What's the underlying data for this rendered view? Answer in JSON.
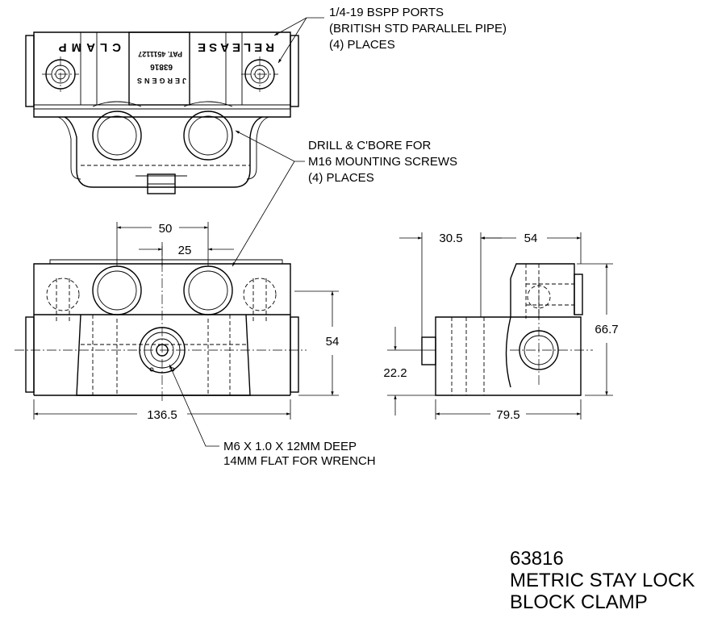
{
  "callouts": {
    "ports": [
      "1/4-19 BSPP PORTS",
      "(BRITISH STD PARALLEL PIPE)",
      "(4) PLACES"
    ],
    "mounting": [
      "DRILL & C'BORE FOR",
      "M16 MOUNTING SCREWS",
      "(4) PLACES"
    ],
    "tap": [
      "M6 X 1.0 X 12MM DEEP",
      "14MM FLAT FOR WRENCH"
    ]
  },
  "part_markings": {
    "clamp": "CLAMP",
    "release": "RELEASE",
    "patent": "PAT. 4511127",
    "part_number": "63816",
    "brand": "JERGENS"
  },
  "dimensions": {
    "hole_spacing": "50",
    "port_offset": "25",
    "front_height": "54",
    "front_width": "136.5",
    "side_offset": "30.5",
    "side_top_width": "54",
    "side_height": "66.7",
    "side_center_height": "22.2",
    "side_width": "79.5"
  },
  "title_block": [
    "63816",
    "METRIC STAY LOCK",
    "BLOCK CLAMP"
  ]
}
